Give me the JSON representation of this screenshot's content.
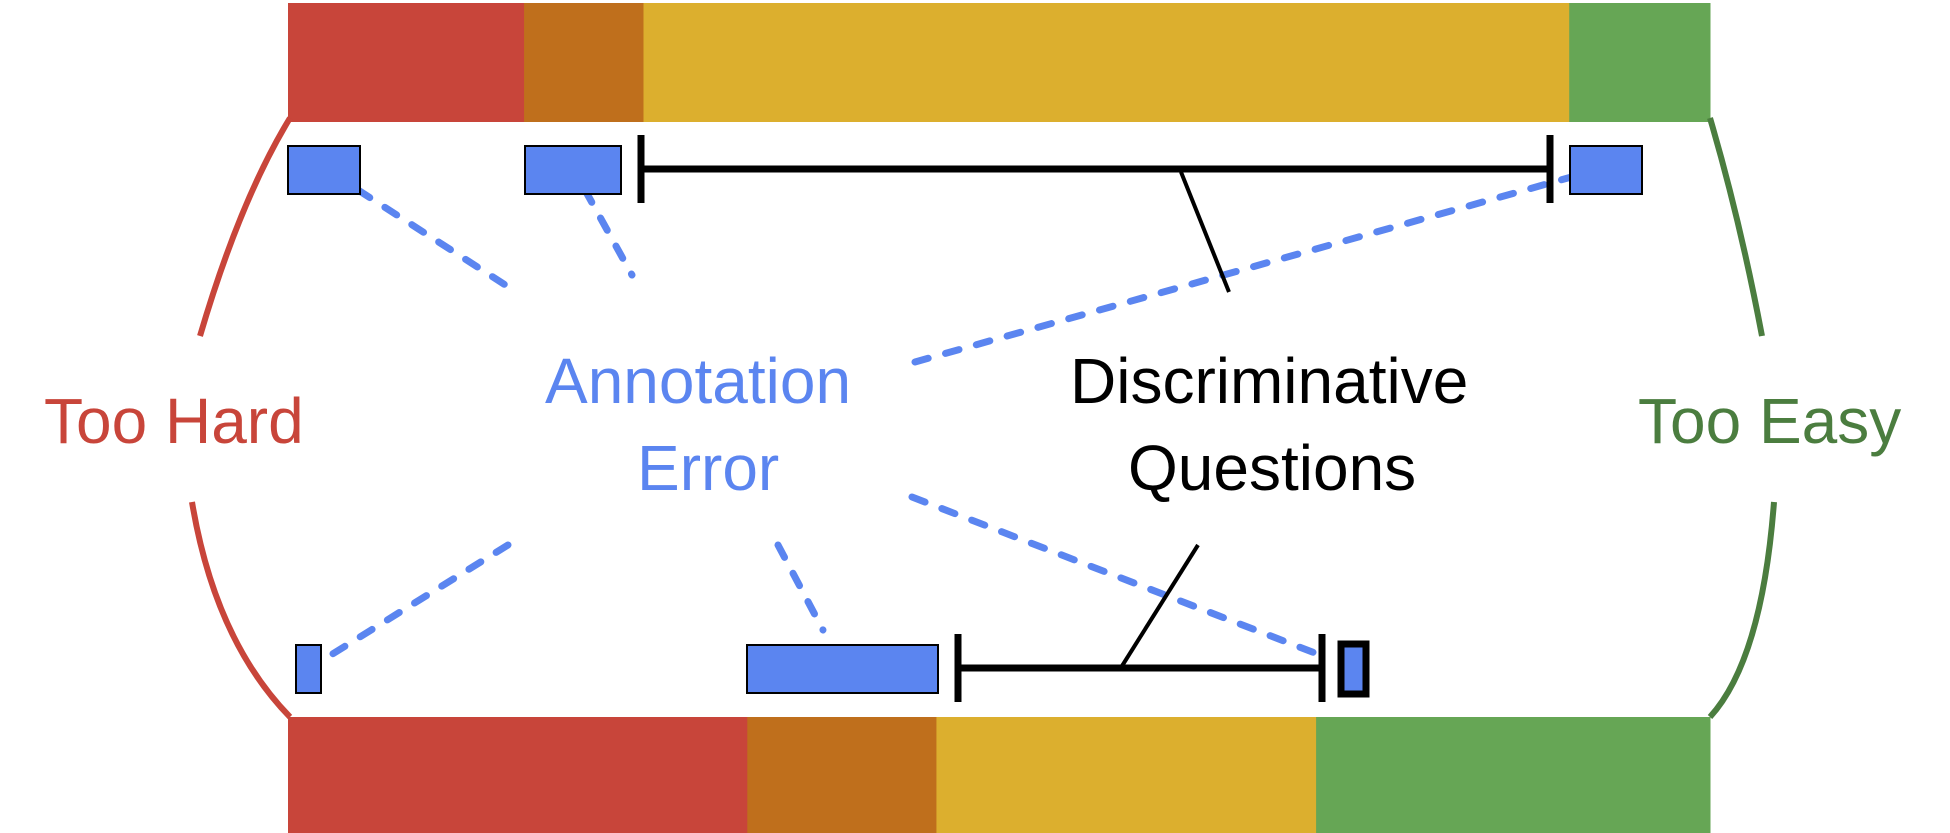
{
  "labels": {
    "too_hard": "Too Hard",
    "too_easy": "Too Easy",
    "annotation_error": [
      "Annotation",
      "Error"
    ],
    "discriminative_questions": [
      "Discriminative",
      "Questions"
    ]
  },
  "colors": {
    "too_hard": "#c8453a",
    "hard": "#bf6f1c",
    "medium": "#dcaf2e",
    "easy": "#66a655",
    "too_easy_text": "#4b7d3f",
    "annotation": "#5b85f0",
    "line": "#000000"
  },
  "difficulty_bars": {
    "top": [
      {
        "category": "too-hard",
        "fraction": 0.166
      },
      {
        "category": "hard",
        "fraction": 0.084
      },
      {
        "category": "medium",
        "fraction": 0.651
      },
      {
        "category": "easy",
        "fraction": 0.099
      }
    ],
    "bottom": [
      {
        "category": "too-hard",
        "fraction": 0.323
      },
      {
        "category": "hard",
        "fraction": 0.133
      },
      {
        "category": "medium",
        "fraction": 0.267
      },
      {
        "category": "easy",
        "fraction": 0.277
      }
    ]
  }
}
